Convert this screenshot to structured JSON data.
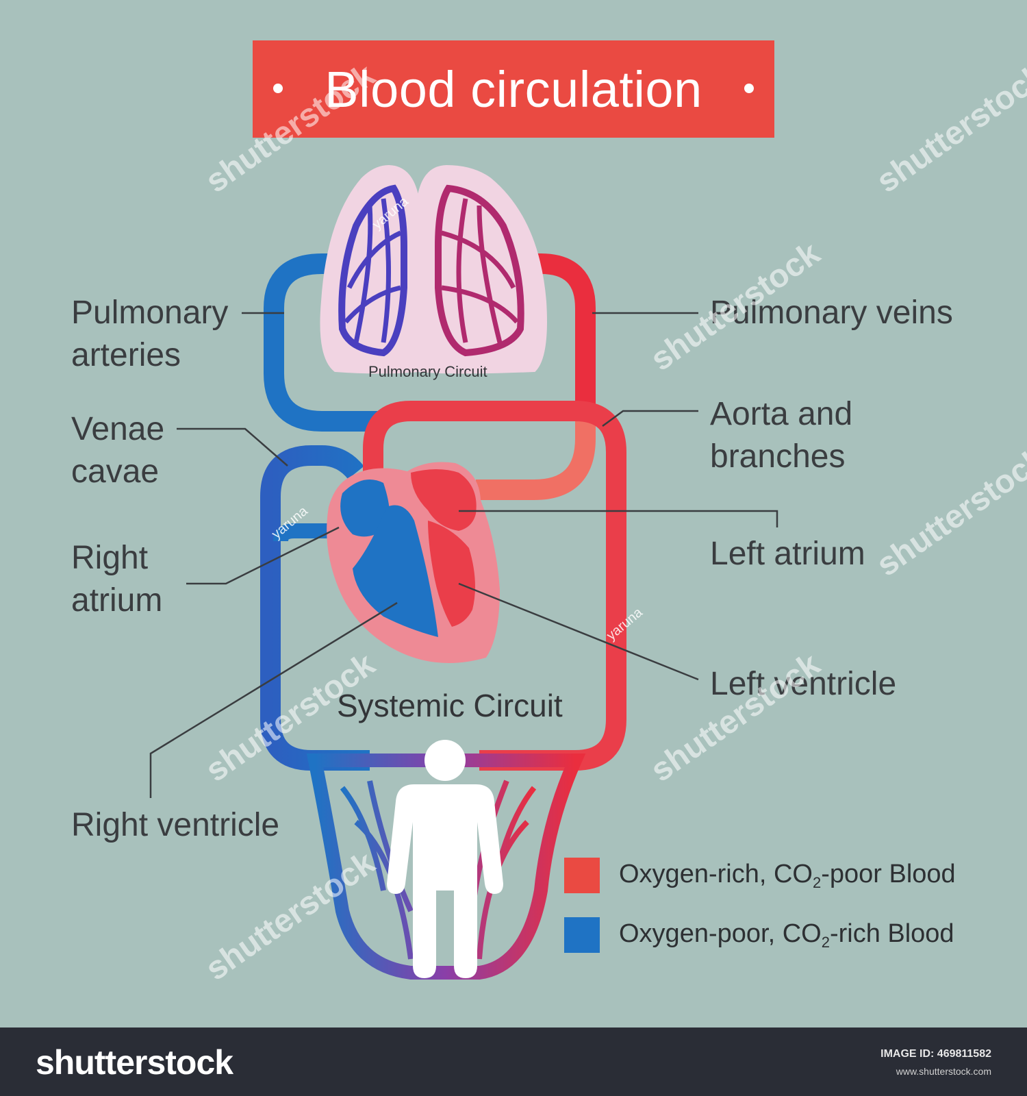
{
  "title": "Blood circulation",
  "labels": {
    "pulmonary_arteries": [
      "Pulmonary",
      "arteries"
    ],
    "pulmonary_veins": "Pulmonary veins",
    "venae_cavae": [
      "Venae",
      "cavae"
    ],
    "aorta": [
      "Aorta and",
      "branches"
    ],
    "right_atrium": [
      "Right",
      "atrium"
    ],
    "left_atrium": "Left atrium",
    "left_ventricle": "Left ventricle",
    "right_ventricle": "Right ventricle"
  },
  "circuits": {
    "pulmonary": "Pulmonary Circuit",
    "systemic": "Systemic Circuit"
  },
  "legend": [
    {
      "main": "Oxygen-rich, CO",
      "sub": "2",
      "rest": "-poor Blood",
      "color": "#ea4a42"
    },
    {
      "main": "Oxygen-poor, CO",
      "sub": "2",
      "rest": "-rich Blood",
      "color": "#1f73c4"
    }
  ],
  "colors": {
    "background": "#a8c1bc",
    "oxygen_rich": "#ea4a42",
    "oxygen_poor": "#1f73c4",
    "title_bg": "#ea4a42"
  },
  "watermark": {
    "brand": "shutterstock",
    "artist": "yaruna",
    "image_id": "IMAGE ID: 469811582",
    "site": "www.shutterstock.com"
  }
}
